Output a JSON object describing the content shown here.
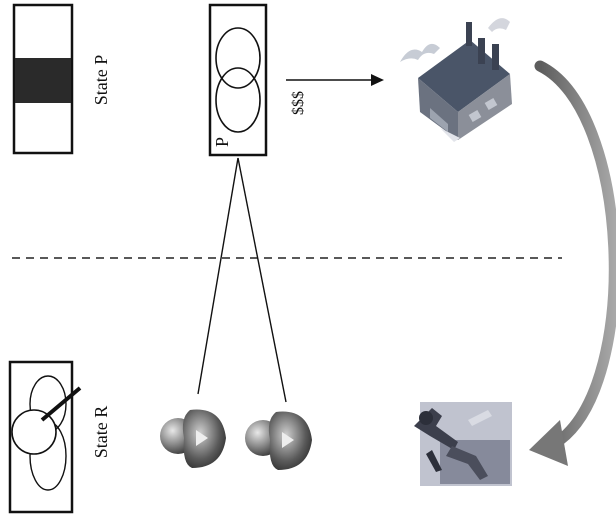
{
  "labels": {
    "state_p": "State P",
    "state_r": "State R",
    "currency": "$$$",
    "p_mark": "P"
  },
  "icons": {
    "factory": "factory-building-icon",
    "person": "person-silhouette-icon",
    "worker": "fallen-worker-icon"
  },
  "colors": {
    "ink": "#111111",
    "flag_band": "#2a2a2a",
    "arc_outer": "#9a9a9a",
    "arc_inner": "#6e6e6e",
    "factory_roof": "#4a5568",
    "factory_body": "#7a7a86"
  }
}
